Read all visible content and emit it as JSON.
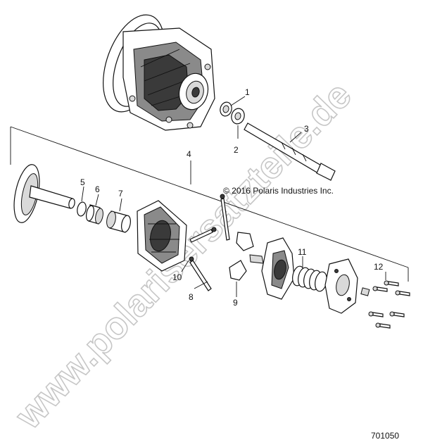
{
  "diagram": {
    "copyright": "© 2016 Polaris Industries Inc.",
    "figure_number": "701050",
    "watermark": "www.polarisersatzteile.de",
    "callouts": {
      "c1": "1",
      "c2": "2",
      "c3": "3",
      "c4": "4",
      "c5": "5",
      "c6": "6",
      "c7": "7",
      "c8": "8",
      "c9": "9",
      "c10": "10",
      "c11": "11",
      "c12": "12"
    }
  }
}
